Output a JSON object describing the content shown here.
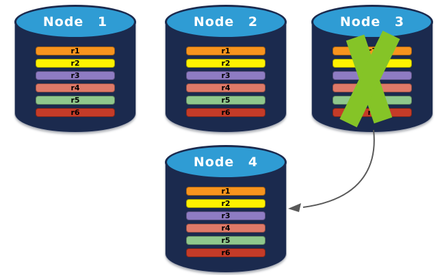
{
  "diagram": {
    "description": "Replicated partitions r1-r6 across four database nodes; Node 3 fails and its data is transferred to Node 4",
    "styles": {
      "cylinder_body_color": "#1B2A4E",
      "cylinder_top_color": "#2F9CD4",
      "node_label_color": "#FFFFFF",
      "bar_text_color": "#000000",
      "background_color": "#FFFFFF"
    },
    "nodes": [
      {
        "label": "Node 1",
        "failed": false,
        "partitions": [
          {
            "label": "r1",
            "color": "#F7941E"
          },
          {
            "label": "r2",
            "color": "#FFF200"
          },
          {
            "label": "r3",
            "color": "#8E7CC3"
          },
          {
            "label": "r4",
            "color": "#DF7968"
          },
          {
            "label": "r5",
            "color": "#8FC78C"
          },
          {
            "label": "r6",
            "color": "#C43B28"
          }
        ]
      },
      {
        "label": "Node 2",
        "failed": false,
        "partitions": [
          {
            "label": "r1",
            "color": "#F7941E"
          },
          {
            "label": "r2",
            "color": "#FFF200"
          },
          {
            "label": "r3",
            "color": "#8E7CC3"
          },
          {
            "label": "r4",
            "color": "#DF7968"
          },
          {
            "label": "r5",
            "color": "#8FC78C"
          },
          {
            "label": "r6",
            "color": "#C43B28"
          }
        ]
      },
      {
        "label": "Node 3",
        "failed": true,
        "partitions": [
          {
            "label": "r1",
            "color": "#F7941E"
          },
          {
            "label": "r2",
            "color": "#FFF200"
          },
          {
            "label": "r3",
            "color": "#8E7CC3"
          },
          {
            "label": "r4",
            "color": "#DF7968"
          },
          {
            "label": "r5",
            "color": "#8FC78C"
          },
          {
            "label": "r6",
            "color": "#C43B28"
          }
        ]
      },
      {
        "label": "Node 4",
        "failed": false,
        "partitions": [
          {
            "label": "r1",
            "color": "#F7941E"
          },
          {
            "label": "r2",
            "color": "#FFF200"
          },
          {
            "label": "r3",
            "color": "#8E7CC3"
          },
          {
            "label": "r4",
            "color": "#DF7968"
          },
          {
            "label": "r5",
            "color": "#8FC78C"
          },
          {
            "label": "r6",
            "color": "#C43B28"
          }
        ]
      }
    ],
    "failure_cross": {
      "on_node": "Node 3",
      "color": "#85C427"
    },
    "transfer_arrow": {
      "from": "Node 3",
      "to": "Node 4",
      "color": "#595959"
    }
  }
}
